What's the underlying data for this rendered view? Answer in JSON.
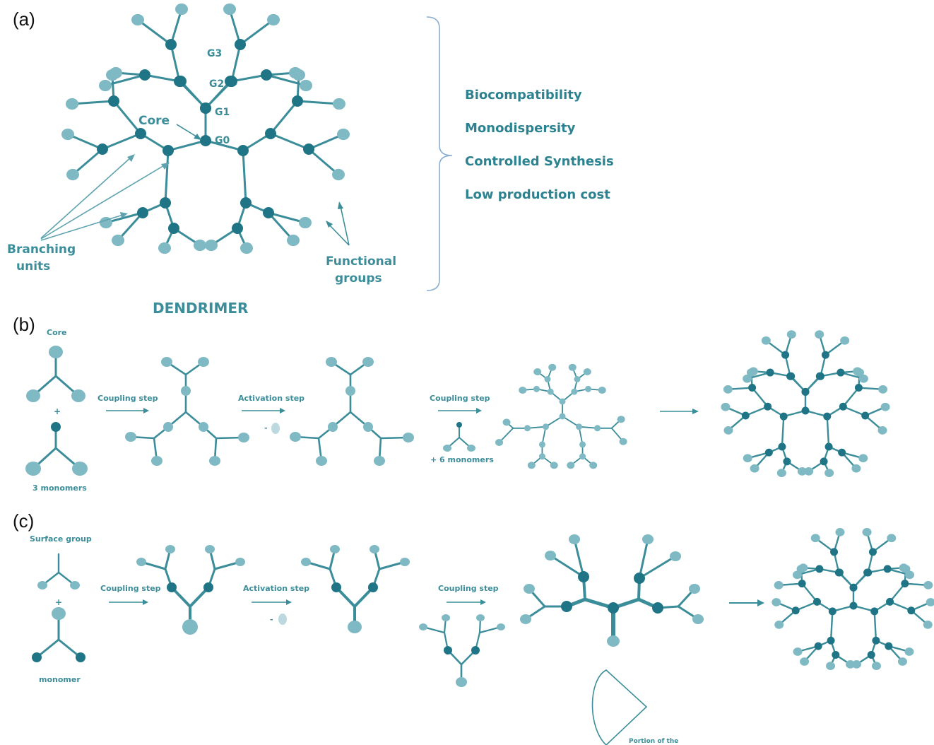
{
  "panels": {
    "a": "(a)",
    "b": "(b)",
    "c": "(c)"
  },
  "panel_a": {
    "generations": [
      "G3",
      "G2",
      "G1",
      "G0"
    ],
    "core": "Core",
    "branching_line1": "Branching",
    "branching_line2": "units",
    "functional_line1": "Functional",
    "functional_line2": "groups",
    "title": "DENDRIMER",
    "properties": [
      "Biocompatibility",
      "Monodispersity",
      "Controlled Synthesis",
      "Low production cost"
    ]
  },
  "panel_b": {
    "core": "Core",
    "plus": "+",
    "monomers": "3 monomers",
    "step1": "Coupling step",
    "step2": "Activation step",
    "step3": "Coupling step",
    "more_monomers": "+ 6 monomers",
    "minus": "-"
  },
  "panel_c": {
    "surface_group": "Surface group",
    "plus": "+",
    "monomer": "monomer",
    "step1": "Coupling step",
    "step2": "Activation step",
    "step3": "Coupling step",
    "minus": "-",
    "portion": "Portion of the"
  },
  "colors": {
    "dark_node": "#1f7585",
    "light_node": "#7fb9c4",
    "edge": "#3b8d99",
    "text": "#3b8d99",
    "brace": "#8aaed0"
  }
}
